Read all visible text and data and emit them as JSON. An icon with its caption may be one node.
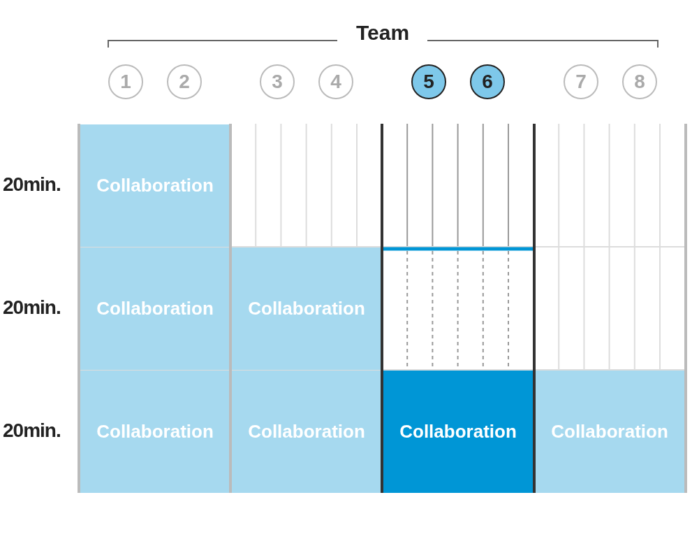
{
  "diagram": {
    "title": "Team",
    "nodes": [
      {
        "text": [
          "1"
        ]
      },
      {
        "text": [
          "2"
        ]
      },
      {
        "text": [
          "3"
        ]
      },
      {
        "text": [
          "4"
        ]
      },
      {
        "text": [
          "5"
        ]
      },
      {
        "text": [
          "6"
        ]
      },
      {
        "text": [
          "7"
        ]
      },
      {
        "text": [
          "8"
        ]
      },
      {
        "text": [
          "Collaboration"
        ]
      },
      {
        "text": [
          "Collaboration"
        ]
      },
      {
        "text": [
          "Collaboration"
        ]
      },
      {
        "text": [
          "Collaboration"
        ]
      },
      {
        "text": [
          "Collaboration"
        ]
      },
      {
        "text": [
          "Collaboration"
        ]
      },
      {
        "text": [
          "Collaboration"
        ]
      }
    ],
    "labels": [
      "20min.",
      "20min.",
      "20min."
    ]
  }
}
